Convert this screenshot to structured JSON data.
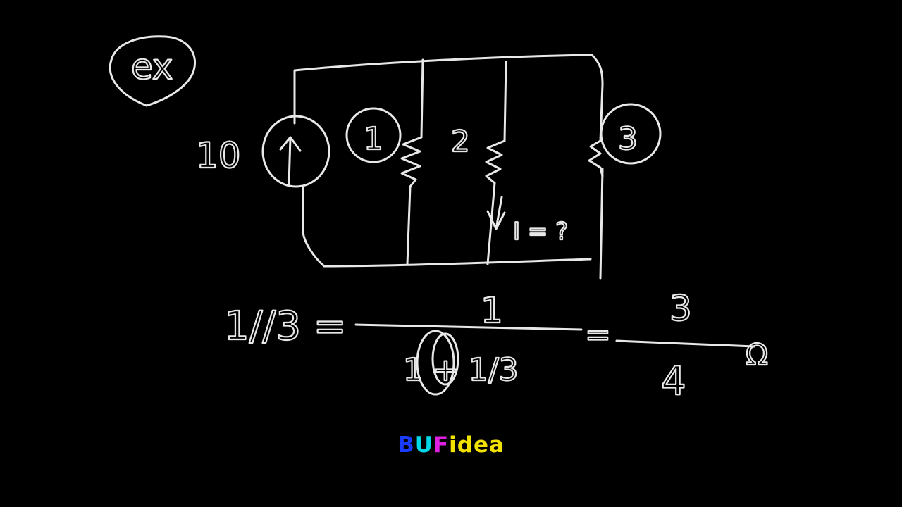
{
  "board": {
    "example_tag": "ex",
    "source_value": "10",
    "resistor_1": "1",
    "resistor_2": "2",
    "resistor_3": "3",
    "current_label": "I = ?",
    "equation": {
      "lhs": "1//3 =",
      "numerator_1": "1",
      "denominator_1": "1 + 1/3",
      "eq_sign": "=",
      "numerator_2": "3",
      "denominator_2": "4",
      "unit": "Ω"
    }
  },
  "logo": {
    "letters": [
      {
        "char": "B",
        "color": "#1a3cff"
      },
      {
        "char": "U",
        "color": "#00d8e8"
      },
      {
        "char": "F",
        "color": "#e020e0"
      },
      {
        "char": "idea",
        "color": "#f2e200"
      }
    ]
  }
}
